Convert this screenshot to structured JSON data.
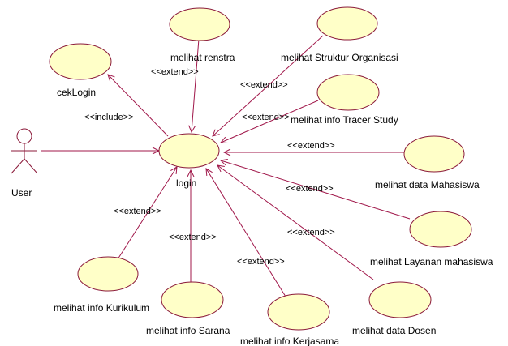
{
  "colors": {
    "usecase_fill": "#ffffc8",
    "usecase_stroke": "#8b1a3a",
    "edge": "#a0174a"
  },
  "actor": {
    "label": "User"
  },
  "use_cases": {
    "login": "login",
    "cek_login": "cekLogin",
    "renstra": "melihat renstra",
    "struktur": "melihat Struktur Organisasi",
    "tracer": "melihat  info Tracer Study",
    "mahasiswa": "melihat data Mahasiswa",
    "layanan": "melihat Layanan mahasiswa",
    "dosen": "melihat data Dosen",
    "kerjasama": "melihat info Kerjasama",
    "sarana": "melihat info Sarana",
    "kurikulum": "melihat info Kurikulum"
  },
  "stereotypes": {
    "include": "<<include>>",
    "extend": "<<extend>>"
  }
}
